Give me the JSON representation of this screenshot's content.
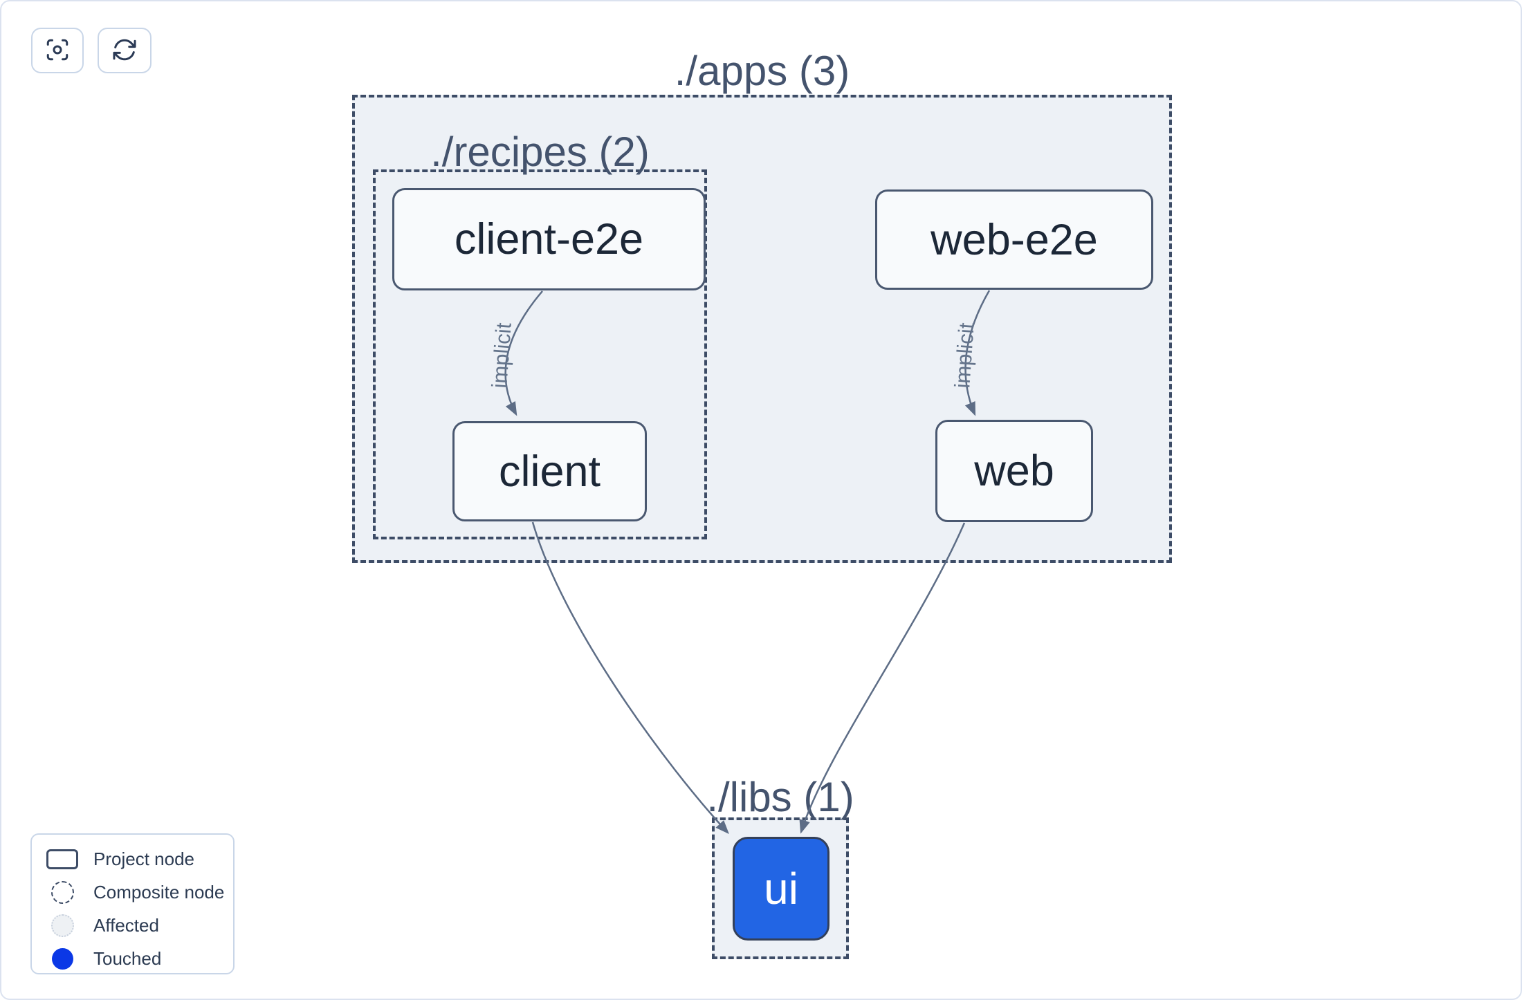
{
  "toolbar": {
    "buttons": [
      {
        "name": "focus",
        "icon": "viewfinder-circle-icon"
      },
      {
        "name": "refresh",
        "icon": "refresh-icon"
      }
    ]
  },
  "graph": {
    "groups": [
      {
        "id": "apps",
        "label": "./apps (3)",
        "count": 3
      },
      {
        "id": "recipes",
        "label": "./recipes (2)",
        "count": 2
      },
      {
        "id": "libs",
        "label": "./libs (1)",
        "count": 1
      }
    ],
    "nodes": [
      {
        "id": "client-e2e",
        "label": "client-e2e",
        "group": "./apps/./recipes",
        "state": "normal"
      },
      {
        "id": "web-e2e",
        "label": "web-e2e",
        "group": "./apps",
        "state": "normal"
      },
      {
        "id": "client",
        "label": "client",
        "group": "./apps/./recipes",
        "state": "normal"
      },
      {
        "id": "web",
        "label": "web",
        "group": "./apps",
        "state": "normal"
      },
      {
        "id": "ui",
        "label": "ui",
        "group": "./libs",
        "state": "touched"
      }
    ],
    "edges": [
      {
        "from": "client-e2e",
        "to": "client",
        "label": "implicit"
      },
      {
        "from": "web-e2e",
        "to": "web",
        "label": "implicit"
      },
      {
        "from": "client",
        "to": "ui",
        "label": ""
      },
      {
        "from": "web",
        "to": "ui",
        "label": ""
      }
    ]
  },
  "legend": {
    "items": [
      {
        "symbol": "project-node",
        "label": "Project node"
      },
      {
        "symbol": "composite-node",
        "label": "Composite node"
      },
      {
        "symbol": "affected",
        "label": "Affected"
      },
      {
        "symbol": "touched",
        "label": "Touched"
      }
    ]
  },
  "colors": {
    "canvas_bg": "#ffffff",
    "canvas_border": "#dbe2ef",
    "container_fill": "#edf1f6",
    "container_border": "#3d4c66",
    "node_fill": "#f8fafc",
    "node_border": "#4a5870",
    "node_text": "#1c2737",
    "group_label": "#44536d",
    "edge": "#5d6d86",
    "edge_label": "#64748b",
    "touched_fill": "#2265e4",
    "touched_border": "#33405a",
    "touched_legend": "#0b38e6",
    "affected_fill": "#eef1f4",
    "affected_border": "#c7d0dd",
    "icon": "#2b3a55",
    "button_border": "#c9d6e8"
  }
}
